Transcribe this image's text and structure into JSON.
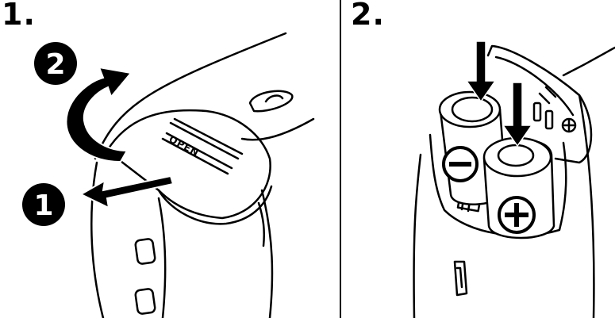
{
  "steps": [
    {
      "label": "1.",
      "callouts": [
        "1",
        "2"
      ],
      "cover_text": "OPEN"
    },
    {
      "label": "2.",
      "symbols": [
        "−",
        "+"
      ]
    }
  ],
  "colors": {
    "ink": "#000000",
    "paper": "#ffffff"
  },
  "icons": [
    "arrow-pull-icon",
    "arrow-rotate-icon",
    "arrow-down-icon",
    "minus-icon",
    "plus-icon"
  ]
}
